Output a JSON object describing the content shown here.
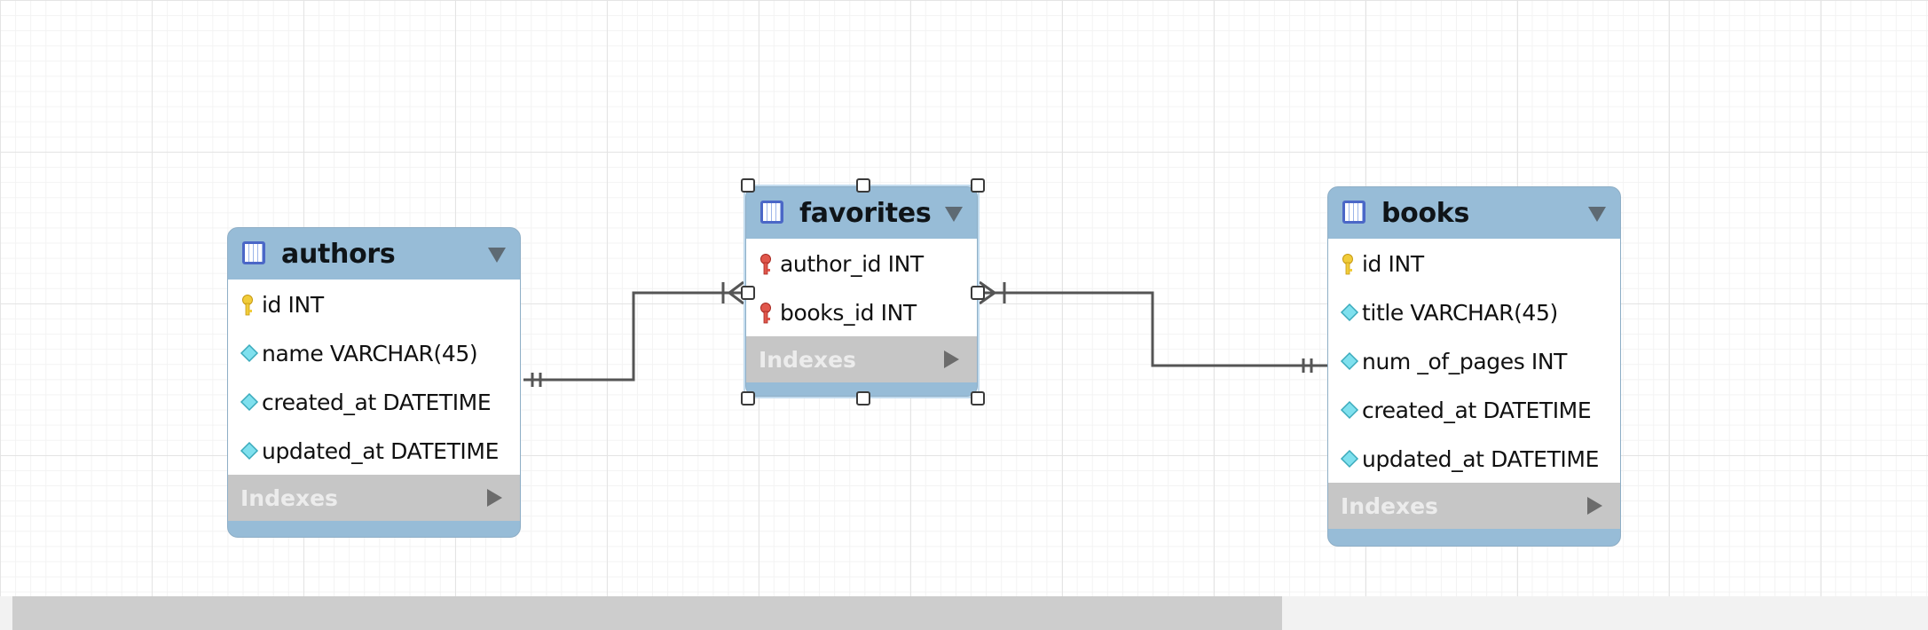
{
  "diagram": {
    "tables": {
      "authors": {
        "name": "authors",
        "columns": [
          "id INT",
          "name VARCHAR(45)",
          "created_at DATETIME",
          "updated_at DATETIME"
        ],
        "indexes_label": "Indexes"
      },
      "favorites": {
        "name": "favorites",
        "columns": [
          "author_id INT",
          "books_id INT"
        ],
        "indexes_label": "Indexes"
      },
      "books": {
        "name": "books",
        "columns": [
          "id INT",
          "title VARCHAR(45)",
          "num _of_pages INT",
          "created_at DATETIME",
          "updated_at DATETIME"
        ],
        "indexes_label": "Indexes"
      }
    },
    "icons": {
      "table": "table-grid-icon",
      "primary_key": "yellow-key-icon",
      "foreign_key": "red-key-icon",
      "attribute": "cyan-diamond-icon",
      "collapse": "caret-down-icon",
      "expand": "triangle-right-icon"
    },
    "colors": {
      "table_header": "#97bcd7",
      "indexes_band": "#c6c6c6",
      "relationship_line": "#555555",
      "selection_frame": "#c3dcef"
    }
  }
}
